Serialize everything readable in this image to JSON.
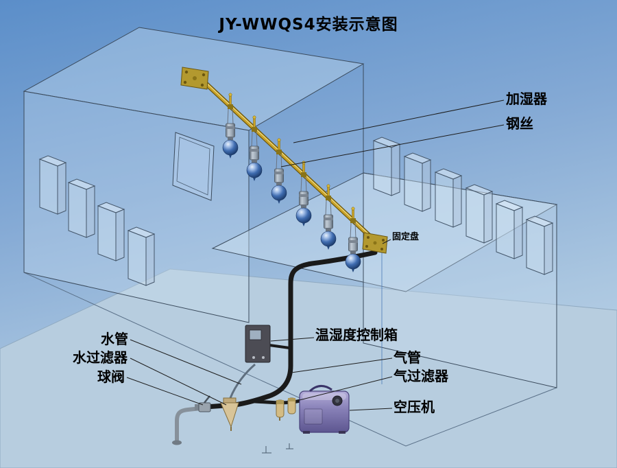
{
  "title": "JY-WWQS4安装示意图",
  "labels": {
    "humidifier": "加湿器",
    "steel_wire": "钢丝",
    "fixing_plate": "固定盘",
    "control_box": "温湿度控制箱",
    "air_pipe": "气管",
    "air_filter": "气过滤器",
    "compressor": "空压机",
    "water_pipe": "水管",
    "water_filter": "水过滤器",
    "ball_valve": "球阀"
  },
  "colors": {
    "sky_top": "#5b8ec9",
    "sky_bottom": "#c9dcec",
    "ground": "#b7cddf",
    "building_glass": "#cfe2f2",
    "edge": "#3a4a5c",
    "rail_gold": "#c9a227",
    "nozzle_blue": "#2d5fa8",
    "pipe_black": "#1a1a1a",
    "compressor_purple": "#8d86bd",
    "filter_tan": "#d4bc84",
    "control_box_grey": "#4c4c54",
    "label_text": "#000000"
  }
}
